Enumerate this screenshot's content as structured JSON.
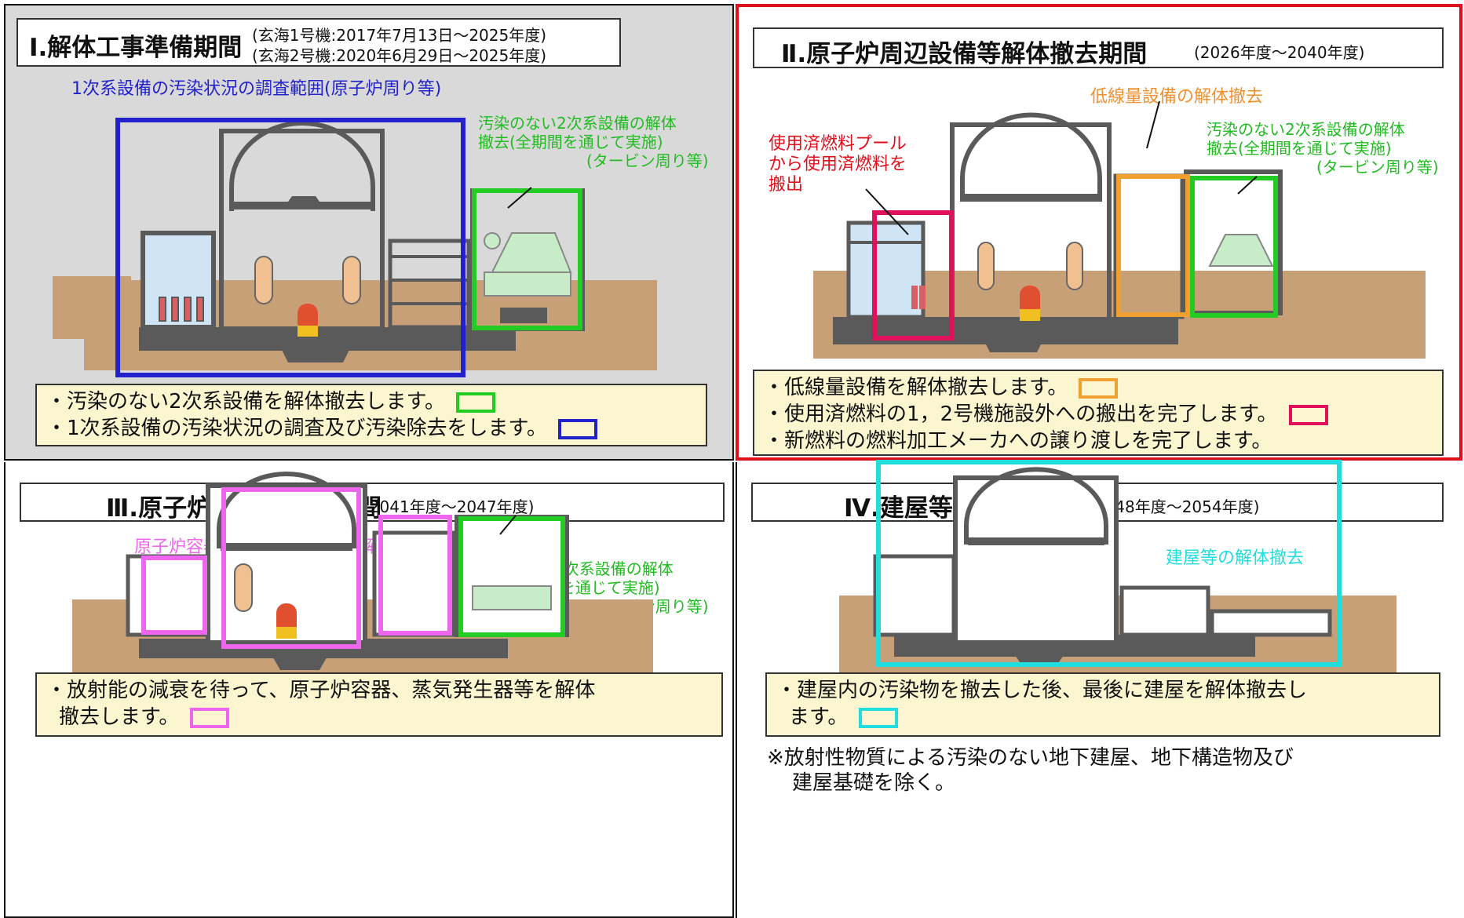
{
  "phase1": {
    "title": "Ⅰ.解体工事準備期間",
    "subtitle_line1": "(玄海1号機:2017年7月13日～2025年度)",
    "subtitle_line2": "(玄海2号機:2020年6月29日～2025年度)",
    "label_primary_survey": "1次系設備の汚染状況の調査範囲(原子炉周り等)",
    "label_secondary_line1": "汚染のない2次系設備の解体",
    "label_secondary_line2": "撤去(全期間を通じて実施)",
    "label_secondary_line3": "(タービン周り等)",
    "bullet1": "・汚染のない2次系設備を解体撤去します。",
    "bullet2": "・1次系設備の汚染状況の調査及び汚染除去をします。"
  },
  "phase2": {
    "title": "Ⅱ.原子炉周辺設備等解体撤去期間",
    "subtitle": "(2026年度～2040年度)",
    "label_low_level": "低線量設備の解体撤去",
    "label_fuel_line1": "使用済燃料プール",
    "label_fuel_line2": "から使用済燃料を",
    "label_fuel_line3": "搬出",
    "label_secondary_line1": "汚染のない2次系設備の解体",
    "label_secondary_line2": "撤去(全期間を通じて実施)",
    "label_secondary_line3": "(タービン周り等)",
    "bullet1": "・低線量設備を解体撤去します。",
    "bullet2": "・使用済燃料の1，2号機施設外への搬出を完了します。",
    "bullet3": "・新燃料の燃料加工メーカへの譲り渡しを完了します。"
  },
  "phase3": {
    "title": "Ⅲ.原子炉等解体撤去期間",
    "subtitle": "(2041年度～2047年度)",
    "label_reactor": "原子炉容器、蒸気発生器等の解体撤去",
    "label_secondary_line1": "汚染のない2次系設備の解体",
    "label_secondary_line2": "撤去(全期間を通じて実施)",
    "label_secondary_line3": "(タービン周り等)",
    "bullet1_line1": "・放射能の減衰を待って、原子炉容器、蒸気発生器等を解体",
    "bullet1_line2": "撤去します。"
  },
  "phase4": {
    "title": "Ⅳ.建屋等解体撤去期間",
    "subtitle": "(2048年度～2054年度)",
    "label_building": "建屋等の解体撤去",
    "bullet1_line1": "・建屋内の汚染物を撤去した後、最後に建屋を解体撤去し",
    "bullet1_line2": "ます。",
    "footnote_line1": "※放射性物質による汚染のない地下建屋、地下構造物及び",
    "footnote_line2": "建屋基礎を除く。"
  },
  "colors": {
    "green": "#22cc22",
    "blue": "#2222cc",
    "orange": "#f0a030",
    "crimson": "#e0105a",
    "magenta": "#ee66ee",
    "cyan": "#22dddd",
    "red_border": "#e0101a",
    "ground": "#c8a078",
    "structure": "#5a5a5a"
  }
}
